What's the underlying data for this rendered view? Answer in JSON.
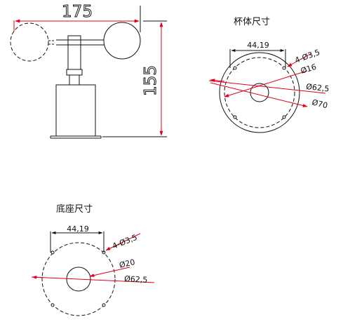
{
  "sensor_view": {
    "width_dimension": "175",
    "height_dimension": "155"
  },
  "cup_body": {
    "title": "杯体尺寸",
    "hole_spacing": "44,19",
    "holes": "4-Ø3,5",
    "inner_diameter": "Ø16",
    "pitch_circle": "Ø62,5",
    "outer_diameter": "Ø70"
  },
  "base": {
    "title": "底座尺寸",
    "hole_spacing": "44,19",
    "holes": "4-Ø3,5",
    "inner_diameter": "Ø20",
    "pitch_circle": "Ø62,5"
  },
  "colors": {
    "line": "#111111",
    "dimension": "#e0001a"
  }
}
